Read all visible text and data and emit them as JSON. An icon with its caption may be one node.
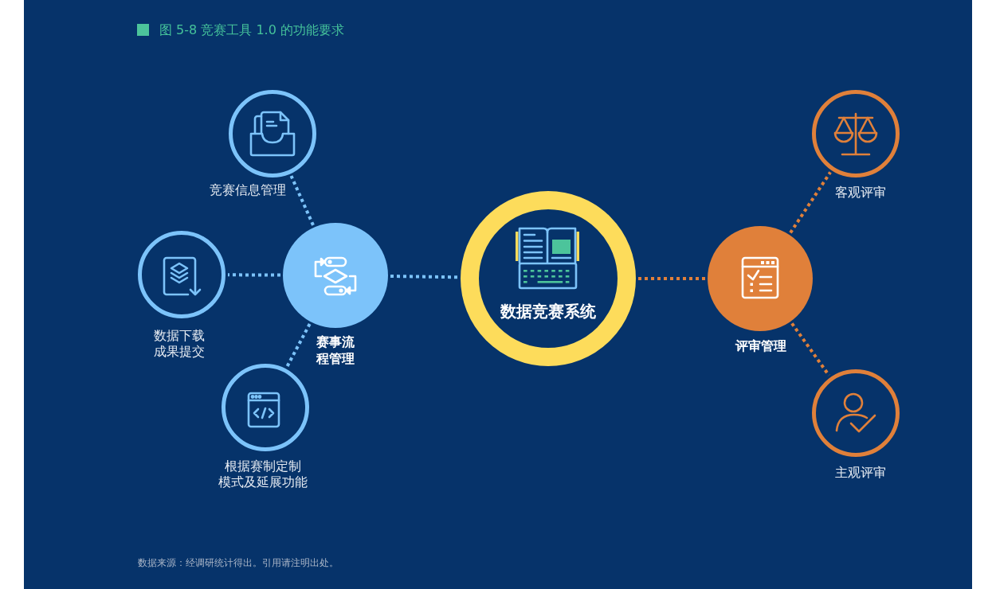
{
  "diagram": {
    "title": "图 5-8 竞赛工具 1.0 的功能要求",
    "nodes": [
      {
        "text": [
          "竞赛信息管理"
        ]
      },
      {
        "text": [
          "数据下载成果提交"
        ]
      },
      {
        "text": [
          "赛事流程管理"
        ]
      },
      {
        "text": [
          "根据赛制定制模式及延展功能"
        ]
      },
      {
        "text": [
          "数据竞赛系统"
        ]
      },
      {
        "text": [
          "评审管理"
        ]
      },
      {
        "text": [
          "客观评审"
        ]
      },
      {
        "text": [
          "主观评审"
        ]
      }
    ],
    "edges": [
      {
        "from": 2,
        "to": 0,
        "arrow": "none"
      },
      {
        "from": 2,
        "to": 1,
        "arrow": "none"
      },
      {
        "from": 2,
        "to": 3,
        "arrow": "none"
      },
      {
        "from": 2,
        "to": 4,
        "arrow": "none"
      },
      {
        "from": 4,
        "to": 5,
        "arrow": "none",
        "color": "#e0803a"
      },
      {
        "from": 5,
        "to": 6,
        "arrow": "none",
        "color": "#e0803a"
      },
      {
        "from": 5,
        "to": 7,
        "arrow": "none",
        "color": "#e0803a"
      }
    ],
    "labels": [
      "数据来源：经调研统计得出。引用请注明出处。"
    ]
  }
}
